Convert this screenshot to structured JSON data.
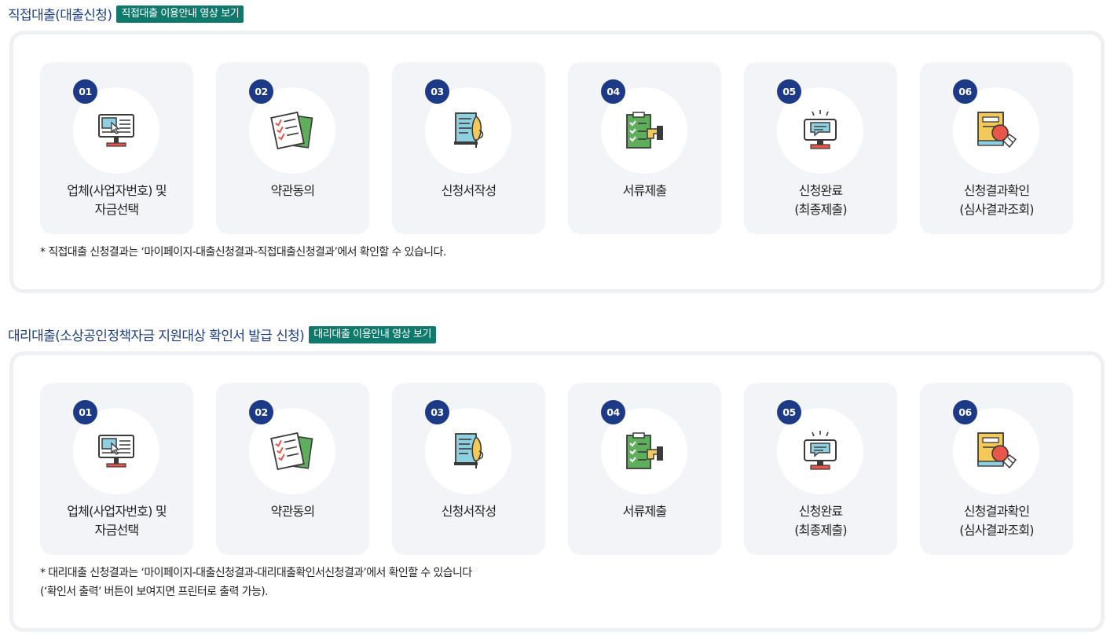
{
  "direct": {
    "title": "직접대출(대출신청)",
    "video_button": "직접대출 이용안내 영상 보기",
    "steps": [
      {
        "num": "01",
        "label": "업체(사업자번호) 및\n자금선택",
        "icon": "computer-cursor-icon"
      },
      {
        "num": "02",
        "label": "약관동의",
        "icon": "checklist-documents-icon"
      },
      {
        "num": "03",
        "label": "신청서작성",
        "icon": "document-pen-icon"
      },
      {
        "num": "04",
        "label": "서류제출",
        "icon": "clipboard-hand-icon"
      },
      {
        "num": "05",
        "label": "신청완료\n(최종제출)",
        "icon": "monitor-message-icon"
      },
      {
        "num": "06",
        "label": "신청결과확인\n(심사결과조회)",
        "icon": "book-seal-handshake-icon"
      }
    ],
    "note_line1": "* 직접대출 신청결과는 ‘마이페이지-대출신청결과-직접대출신청결과’에서 확인할 수 있습니다."
  },
  "agency": {
    "title": "대리대출(소상공인정책자금 지원대상 확인서 발급 신청)",
    "video_button": "대리대출 이용안내 영상 보기",
    "steps": [
      {
        "num": "01",
        "label": "업체(사업자번호) 및\n자금선택",
        "icon": "computer-cursor-icon"
      },
      {
        "num": "02",
        "label": "약관동의",
        "icon": "checklist-documents-icon"
      },
      {
        "num": "03",
        "label": "신청서작성",
        "icon": "document-pen-icon"
      },
      {
        "num": "04",
        "label": "서류제출",
        "icon": "clipboard-hand-icon"
      },
      {
        "num": "05",
        "label": "신청완료\n(최종제출)",
        "icon": "monitor-message-icon"
      },
      {
        "num": "06",
        "label": "신청결과확인\n(심사결과조회)",
        "icon": "book-seal-handshake-icon"
      }
    ],
    "note_line1": "* 대리대출 신청결과는 ‘마이페이지-대출신청결과-대리대출확인서신청결과’에서 확인할 수 있습니다",
    "note_line2": "(‘확인서 출력’ 버튼이 보여지면 프린터로 출력 가능)."
  },
  "colors": {
    "title": "#1d3f86",
    "video_button": "#0f7a6c",
    "step_number": "#1d3a86",
    "card_bg": "#f3f4f7",
    "panel_border": "#eef0f3"
  }
}
